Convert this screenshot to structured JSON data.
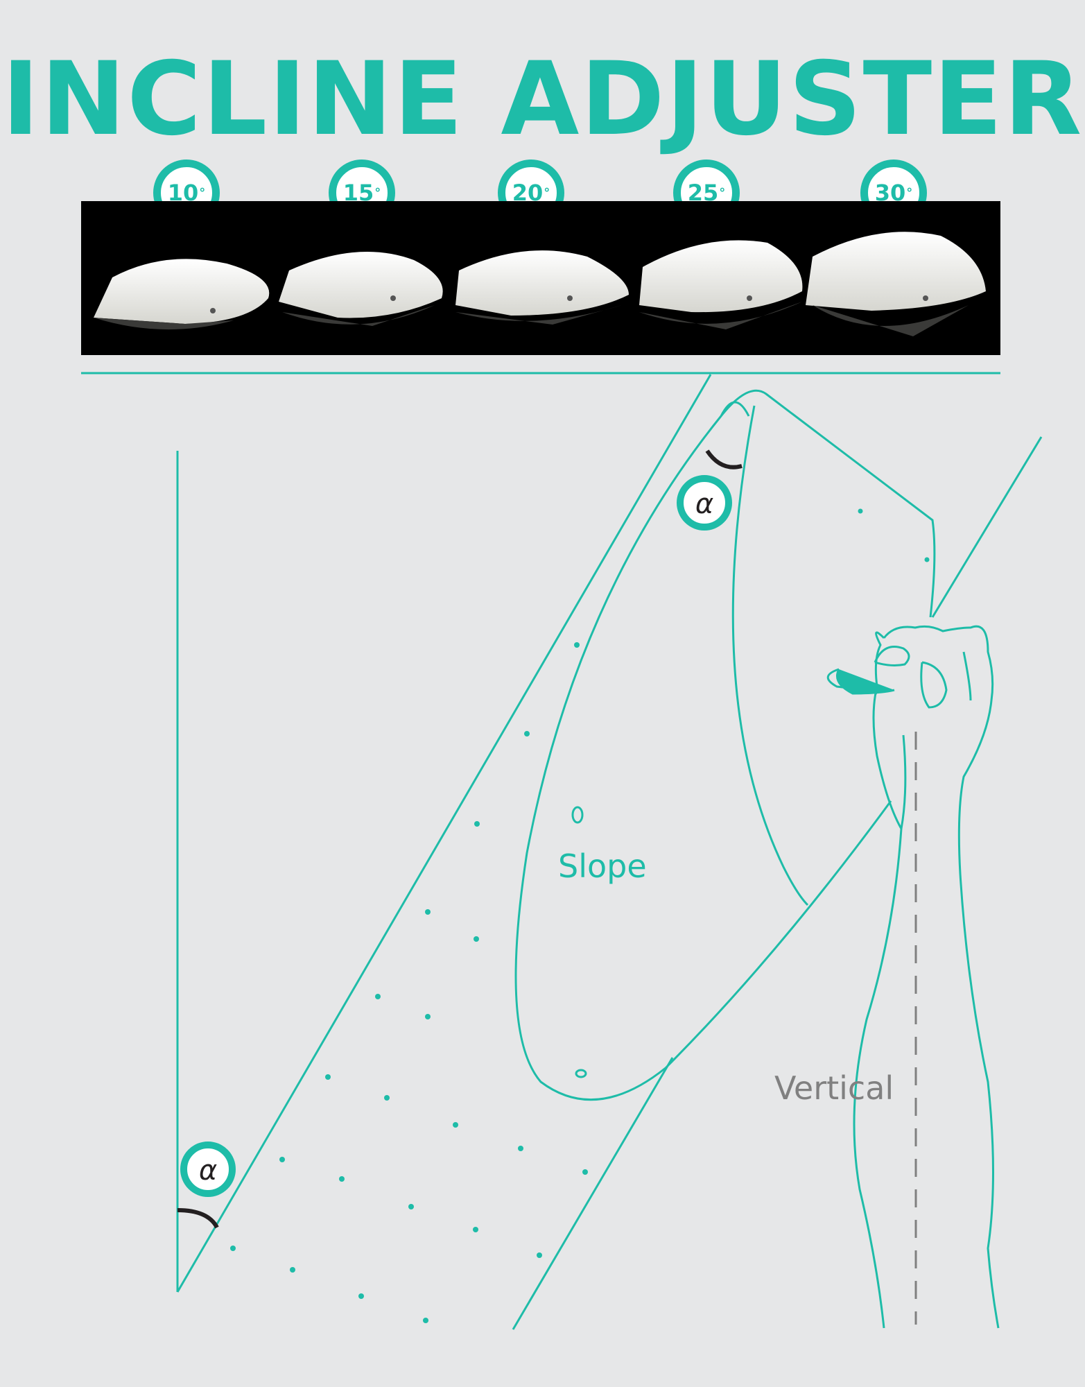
{
  "title": "INCLINE ADJUSTER",
  "angles": [
    {
      "value": "10",
      "unit": "°"
    },
    {
      "value": "15",
      "unit": "°"
    },
    {
      "value": "20",
      "unit": "°"
    },
    {
      "value": "25",
      "unit": "°"
    },
    {
      "value": "30",
      "unit": "°"
    }
  ],
  "labels": {
    "slope": "Slope",
    "vertical": "Vertical",
    "alpha_top": "α",
    "alpha_bottom": "α"
  },
  "colors": {
    "accent": "#1ebca8",
    "background": "#e6e7e8",
    "strip": "#000000",
    "text_gray": "#808080"
  }
}
